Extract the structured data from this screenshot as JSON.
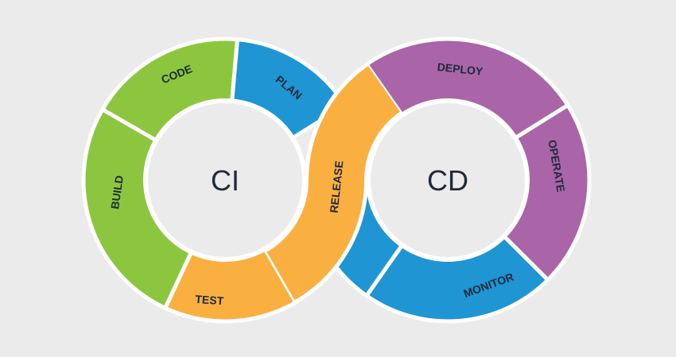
{
  "title_left": "CI",
  "title_right": "CD",
  "colors": {
    "green": "#8cc63f",
    "blue": "#1f95d3",
    "orange": "#f9b041",
    "purple": "#a965a8",
    "background": "#ebebeb",
    "text": "#1f2a3a"
  },
  "stages": {
    "plan": "PLAN",
    "code": "CODE",
    "build": "BUILD",
    "test": "TEST",
    "release": "RELEASE",
    "deploy": "DEPLOY",
    "operate": "OPERATE",
    "monitor": "MONITOR"
  }
}
